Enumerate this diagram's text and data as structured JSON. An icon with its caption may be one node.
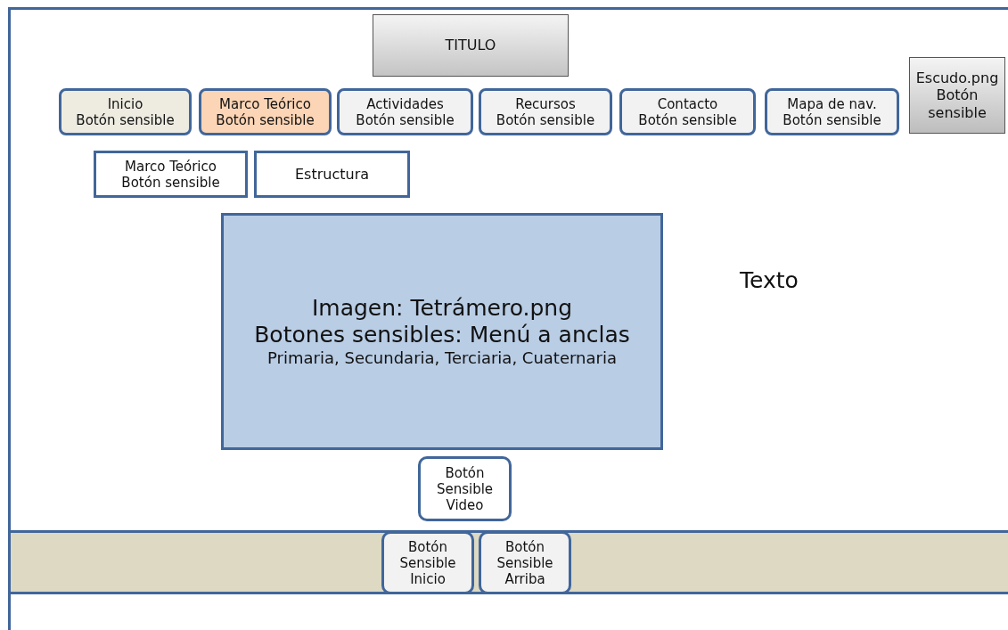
{
  "diagram": {
    "nodes": [
      {
        "text": [],
        "shape": "box"
      },
      {
        "text": [
          "TITULO"
        ],
        "in": 0
      },
      {
        "text": [
          "Escudo.png",
          "Botón sensible"
        ],
        "in": 0
      },
      {
        "text": [
          "Inicio",
          "Botón sensible"
        ],
        "in": 0
      },
      {
        "text": [
          "Marco Teórico",
          "Botón sensible"
        ],
        "in": 0
      },
      {
        "text": [
          "Actividades",
          "Botón sensible"
        ],
        "in": 0
      },
      {
        "text": [
          "Recursos",
          "Botón sensible"
        ],
        "in": 0
      },
      {
        "text": [
          "Contacto",
          "Botón sensible"
        ],
        "in": 0
      },
      {
        "text": [
          "Mapa de nav.",
          "Botón sensible"
        ],
        "in": 0
      },
      {
        "text": [
          "Marco Teórico",
          "Botón sensible"
        ],
        "in": 0
      },
      {
        "text": [
          "Estructura"
        ],
        "in": 0
      },
      {
        "text": [
          "Imagen: Tetrámero.png",
          "Botones sensibles: Menú a anclas",
          "Primaria, Secundaria, Terciaria, Cuaternaria"
        ],
        "in": 0
      },
      {
        "text": [
          "Botón Sensible Video"
        ],
        "in": 0
      },
      {
        "text": [],
        "shape": "bar",
        "in": 0
      },
      {
        "text": [
          "Botón Sensible Inicio"
        ],
        "in": 13
      },
      {
        "text": [
          "Botón Sensible Arriba"
        ],
        "in": 13
      }
    ],
    "labels": [
      "Texto"
    ]
  }
}
